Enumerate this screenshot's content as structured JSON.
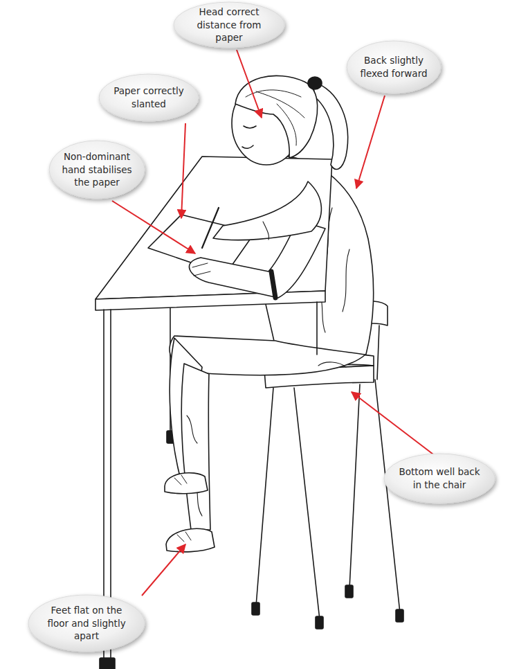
{
  "diagram": {
    "nodes": [
      {
        "text": [
          "Head correct distance from paper"
        ]
      },
      {
        "text": [
          "Back slightly flexed forward"
        ]
      },
      {
        "text": [
          "Paper correctly slanted"
        ]
      },
      {
        "text": [
          "Non-dominant hand stabilises the paper"
        ]
      },
      {
        "text": [
          "Bottom well back in the chair"
        ]
      },
      {
        "text": [
          "Feet flat on the floor and slightly apart"
        ]
      }
    ]
  }
}
